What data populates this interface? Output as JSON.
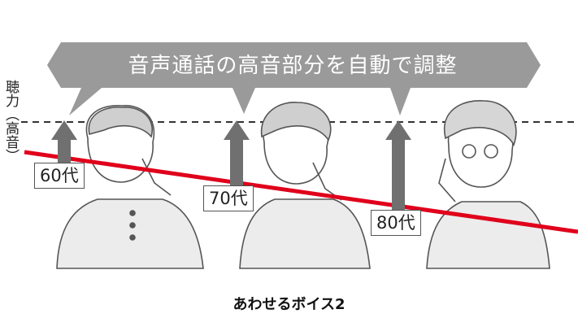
{
  "callout": {
    "text": "音声通話の高音部分を自動で調整"
  },
  "y_axis": {
    "label": "聴力（高音）"
  },
  "age_groups": [
    {
      "label": "60代"
    },
    {
      "label": "70代"
    },
    {
      "label": "80代"
    }
  ],
  "product_name": "あわせるボイス2",
  "colors": {
    "curve": "#e0001b",
    "arrow": "#707070",
    "callout_bg": "#9a9a9a",
    "illustration_line": "#555555"
  },
  "icons": [
    "dashed-baseline",
    "up-arrow-icon",
    "person-on-phone-illustration"
  ]
}
